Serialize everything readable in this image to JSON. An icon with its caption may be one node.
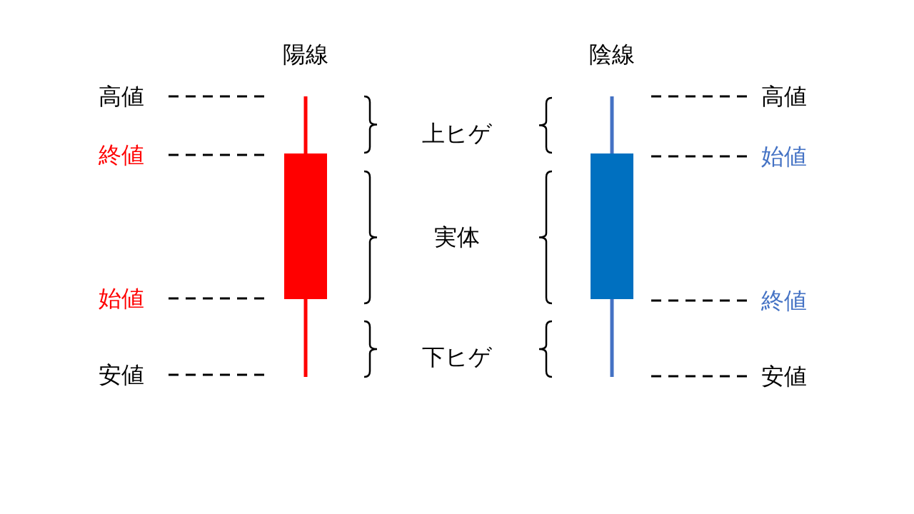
{
  "diagram": {
    "nodes": [
      {
        "text": [
          "陽線"
        ]
      },
      {
        "text": [
          "高値"
        ]
      },
      {
        "text": [
          "終値"
        ]
      },
      {
        "text": [
          "始値"
        ]
      },
      {
        "text": [
          "安値"
        ]
      },
      {
        "text": [
          "陰線"
        ]
      },
      {
        "text": [
          "高値"
        ]
      },
      {
        "text": [
          "始値"
        ]
      },
      {
        "text": [
          "終値"
        ]
      },
      {
        "text": [
          "安値"
        ]
      }
    ],
    "edges": [
      {
        "from": 1,
        "to": 0,
        "arrow": "none",
        "style": "dashed"
      },
      {
        "from": 2,
        "to": 0,
        "arrow": "none",
        "style": "dashed"
      },
      {
        "from": 3,
        "to": 0,
        "arrow": "none",
        "style": "dashed"
      },
      {
        "from": 4,
        "to": 0,
        "arrow": "none",
        "style": "dashed"
      },
      {
        "from": 6,
        "to": 5,
        "arrow": "none",
        "style": "dashed"
      },
      {
        "from": 7,
        "to": 5,
        "arrow": "none",
        "style": "dashed"
      },
      {
        "from": 8,
        "to": 5,
        "arrow": "none",
        "style": "dashed"
      },
      {
        "from": 9,
        "to": 5,
        "arrow": "none",
        "style": "dashed"
      }
    ],
    "labels": [
      "上ヒゲ",
      "実体",
      "下ヒゲ"
    ]
  }
}
